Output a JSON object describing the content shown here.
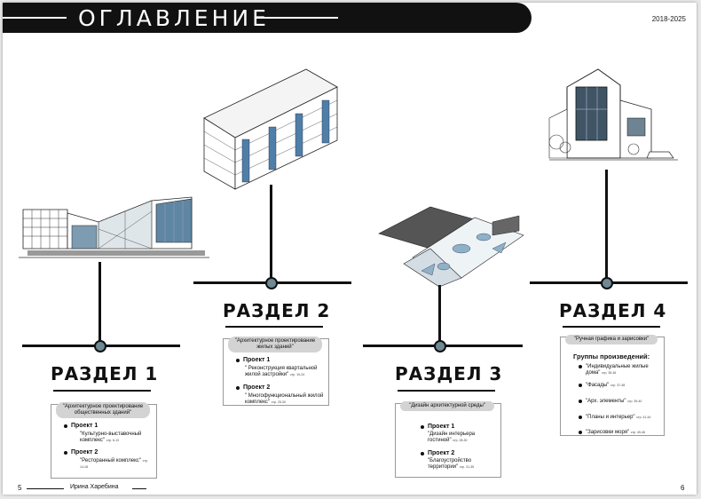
{
  "header": {
    "title": "ОГЛАВЛЕНИЕ",
    "years": "2018-2025"
  },
  "sections": [
    {
      "title": "РАЗДЕЛ 1",
      "caption": "\"Архитектурное проектирование общественных зданий\"",
      "projects": [
        {
          "name": "Проект 1",
          "desc": "\"Культурно-выставочный комплекс\"",
          "pages": "стр. 6-13"
        },
        {
          "name": "Проект 2",
          "desc": "\"Ресторанный комплекс\"",
          "pages": "стр. 14-18"
        }
      ]
    },
    {
      "title": "РАЗДЕЛ 2",
      "caption": "\"Архитектурное проектирование жилых зданий\"",
      "projects": [
        {
          "name": "Проект 1",
          "desc": "\" Реконструкция квартальной жилой застройки\"",
          "pages": "стр. 19-24"
        },
        {
          "name": "Проект 2",
          "desc": "\" Многофункциональный жилой комплекс\"",
          "pages": "стр. 25-30"
        }
      ]
    },
    {
      "title": "РАЗДЕЛ 3",
      "caption": "\"Дизайн архитектурной среды\"",
      "projects": [
        {
          "name": "Проект 1",
          "desc": "\"Дизайн интерьера гостиной\"",
          "pages": "стр. 28-30"
        },
        {
          "name": "Проект 2",
          "desc": "\"Благоустройство территории\"",
          "pages": "стр. 31-35"
        }
      ]
    },
    {
      "title": "РАЗДЕЛ 4",
      "caption": "\"Ручная графика и зарисовки\"",
      "groups_title": "Группы произведений:",
      "groups": [
        {
          "name": "\"Индивидуальные жилые дома\"",
          "pages": "стр. 35-36"
        },
        {
          "name": "\"Фасады\"",
          "pages": "стр. 37-38"
        },
        {
          "name": "\"Арх. элементы\"",
          "pages": "стр. 39-40"
        },
        {
          "name": "\"Планы и интерьер\"",
          "pages": "стр. 41-44"
        },
        {
          "name": "\"Зарисовки моря\"",
          "pages": "стр. 45-46"
        }
      ]
    }
  ],
  "footer": {
    "left_page": "5",
    "author": "Ирина Харебина",
    "right_page": "6"
  }
}
